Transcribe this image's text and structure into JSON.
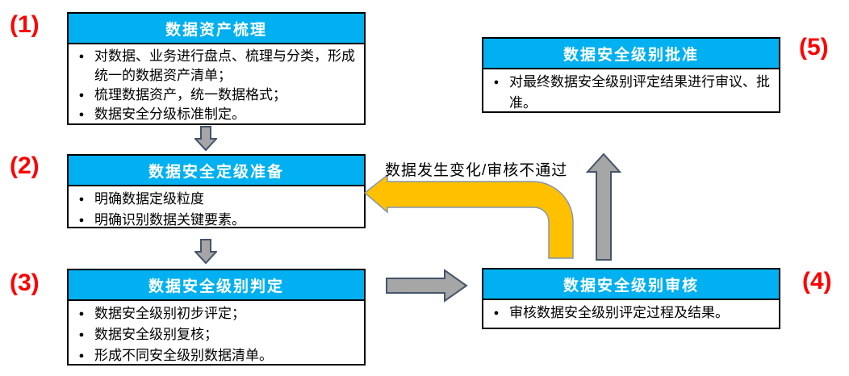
{
  "diagram": {
    "type": "flowchart",
    "language": "zh-CN",
    "feedback_label": "数据发生变化/审核不通过",
    "glyphs": {
      "bullet": "●"
    },
    "colors": {
      "header_bg": "#00B0F0",
      "header_text": "#FFFFFF",
      "box_border": "#000000",
      "step_number": "#FF0000",
      "arrow_fill": "#A6A6A6",
      "arrow_border": "#44546A",
      "feedback_arrow_fill": "#FFC000",
      "feedback_arrow_border": "#8496B0"
    },
    "steps": [
      {
        "number": "(1)",
        "title": "数据资产梳理",
        "bullets": [
          "对数据、业务进行盘点、梳理与分类，形成统一的数据资产清单；",
          "梳理数据资产，统一数据格式；",
          "数据安全分级标准制定。"
        ]
      },
      {
        "number": "(2)",
        "title": "数据安全定级准备",
        "bullets": [
          "明确数据定级粒度",
          "明确识别数据关键要素。"
        ]
      },
      {
        "number": "(3)",
        "title": "数据安全级别判定",
        "bullets": [
          "数据安全级别初步评定；",
          "数据安全级别复核；",
          "形成不同安全级别数据清单。"
        ]
      },
      {
        "number": "(4)",
        "title": "数据安全级别审核",
        "bullets": [
          "审核数据安全级别评定过程及结果。"
        ]
      },
      {
        "number": "(5)",
        "title": "数据安全级别批准",
        "bullets": [
          "对最终数据安全级别评定结果进行审议、批准。"
        ]
      }
    ],
    "connections": [
      "step1 -> step2 (down arrow)",
      "step2 -> step3 (down arrow)",
      "step3 -> step4 (right arrow)",
      "step4 -> step5 (up arrow)",
      "step4 -> step2 (yellow feedback elbow arrow)"
    ]
  }
}
